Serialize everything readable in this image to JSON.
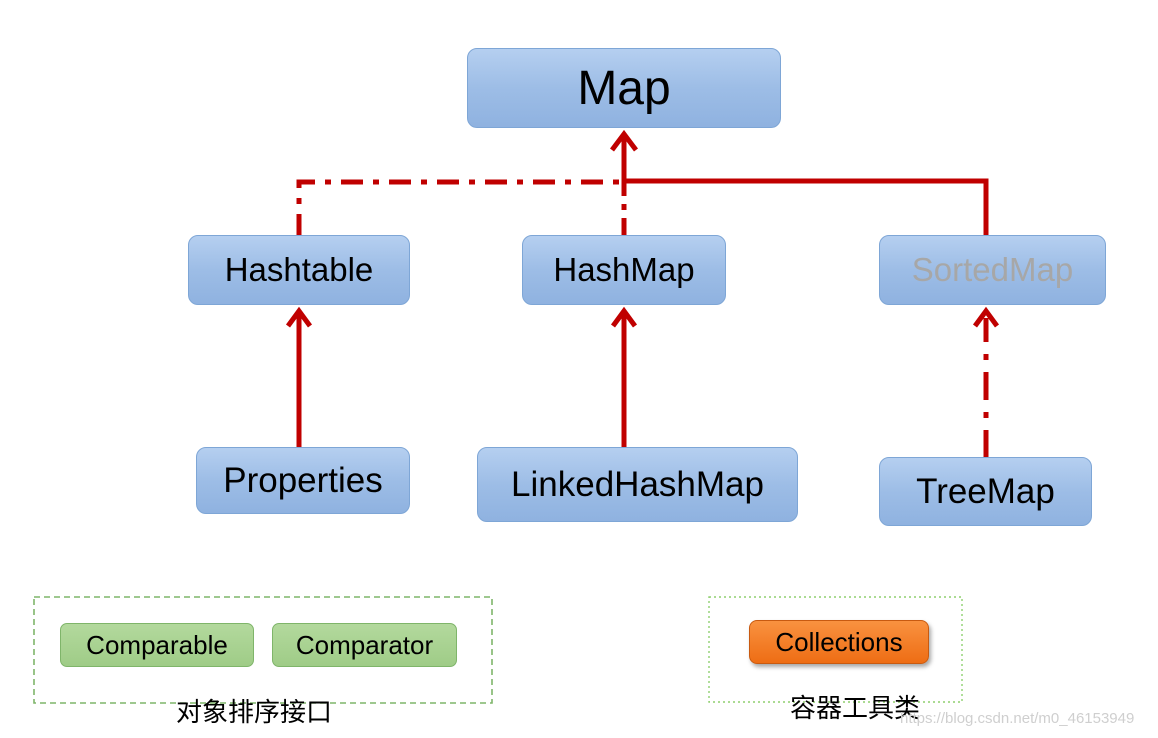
{
  "nodes": {
    "map": "Map",
    "hashtable": "Hashtable",
    "hashmap": "HashMap",
    "sortedmap": "SortedMap",
    "properties": "Properties",
    "linkedhashmap": "LinkedHashMap",
    "treemap": "TreeMap"
  },
  "interface_group": {
    "items": [
      "Comparable",
      "Comparator"
    ],
    "caption": "对象排序接口"
  },
  "utility_group": {
    "item": "Collections",
    "caption": "容器工具类"
  },
  "watermark": "https://blog.csdn.net/m0_46153949",
  "colors": {
    "edge": "#c00000",
    "node_fill": "#9dbde6",
    "muted_text": "#a7a7a7",
    "green_fill": "#9fcc87",
    "orange_fill": "#ee6d14"
  }
}
